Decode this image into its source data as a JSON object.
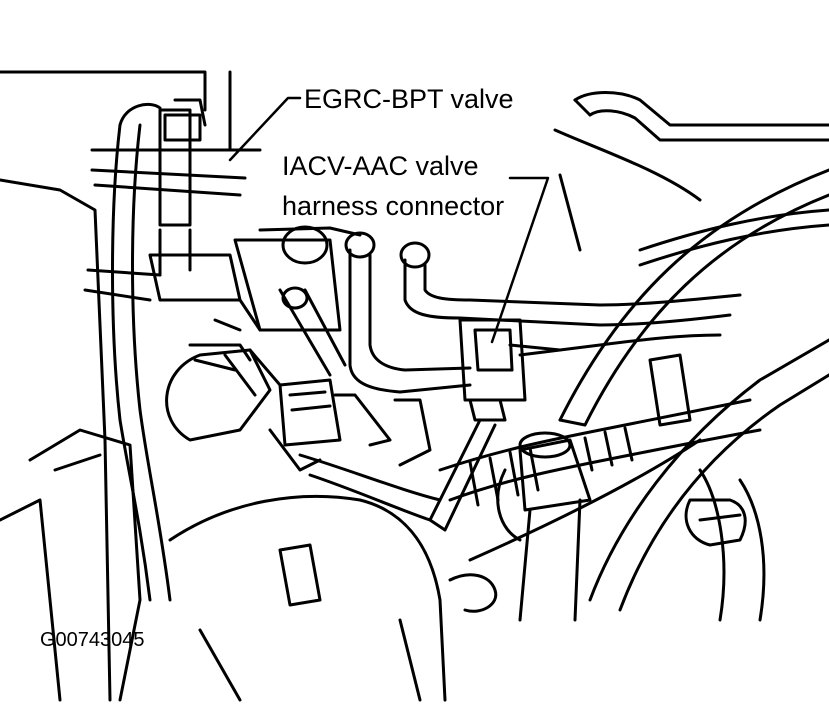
{
  "diagram": {
    "labels": {
      "egrc_bpt_valve": "EGRC-BPT valve",
      "iacv_aac_line1": "IACV-AAC valve",
      "iacv_aac_line2": "harness connector"
    },
    "figure_id": "G00743045",
    "colors": {
      "ink": "#000000",
      "paper": "#ffffff"
    }
  }
}
